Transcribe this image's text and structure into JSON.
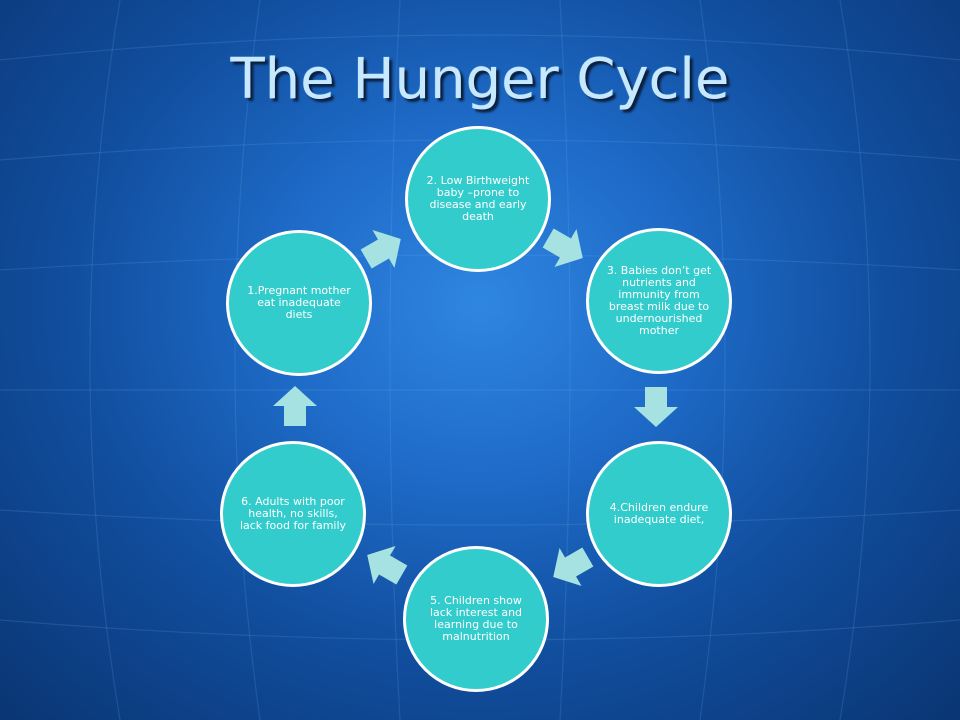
{
  "title": "The Hunger Cycle",
  "colors": {
    "node_fill": "#33cccc",
    "node_border": "#ffffff",
    "arrow_fill": "#a6e2e2",
    "title_color": "#c6e9ff"
  },
  "nodes": [
    {
      "label": "2. Low Birthweight baby –prone to disease and early death"
    },
    {
      "label": "3. Babies don’t get nutrients and immunity from breast milk due to undernourished mother"
    },
    {
      "label": "4.Children endure inadequate diet,"
    },
    {
      "label": "5. Children show lack interest and learning due to malnutrition"
    },
    {
      "label": "6. Adults with poor health, no skills, lack food for family"
    },
    {
      "label": "1.Pregnant mother eat inadequate diets"
    }
  ]
}
